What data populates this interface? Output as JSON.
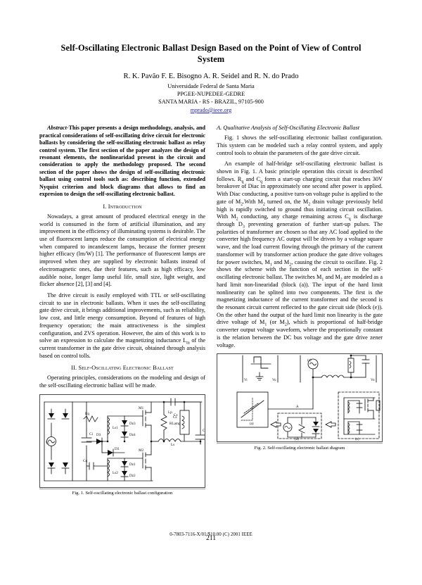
{
  "paper": {
    "title": "Self-Oscillating Electronic Ballast Design Based on the Point of View of Control System",
    "authors": "R. K. Pavão    F. E. Bisogno    A. R. Seidel   and   R. N. do Prado",
    "affiliation_line1": "Universidade Federal de Santa Maria",
    "affiliation_line2": "PPGEE-NUPEDEE-GEDRE",
    "affiliation_line3": "SANTA MARIA - RS - BRAZIL, 97105-900",
    "email": "mprado@ieee.org",
    "email_color": "#2020c0"
  },
  "abstract": {
    "lead": "Abstract-",
    "text": "This paper presents a design methodology, analysis, and practical considerations of self-oscillating drive circuit for electronic ballasts by considering the self-oscillating electronic ballast as relay control system. The first section of the paper analyzes the design of resonant elements, the nonlinearidad present in the circuit and consideration to apply the methodology proposed. The second section of the paper shows the design of self-oscillating electronic ballast using control tools such as: describing function, extended Nyquist criterion and block diagrams that allows to find an expresion to design the self-oscillating electronic ballast."
  },
  "sections": {
    "introduction_heading": "I. Introduction",
    "intro_p1": "Nowadays, a great amount of produced electrical energy in the world is consumed in the form of artificial illumination, and any improvement in the efficiency of illuminating systems is desirable. The use of fluorescent lamps reduce the consumption of electrical energy when compared to incandescent lamps, because the former present higher efficacy (lm/W) [1]. The performance of fluorescent lamps are improved when they are supplied by electronic ballasts instead of electromagnetic ones, due their features, such as high efficacy, low audible noise, longer lamp useful life, small size, light weight, and flicker absence [2], [3] and [4].",
    "intro_p2_a": "The drive circuit is easily employed with TTL or self-oscillating circuit to use in electronic ballasts. When it uses the self-oscillating gate drive circuit, it brings additional improvements, such as reliability, low cost, and little energy consumption. Beyond of features of high frequency operation; the main attractiveness is the simplest configuration, and ZVS operation. However, the aim of this work is to solve an expression to calculate the magnetizing inductance L",
    "intro_p2_sub": "m",
    "intro_p2_b": " of the current transformer in the gate drive circuit, obtained through analysis based on control tolls.",
    "ballast_heading": "II. Self-Oscillating Electronic Ballast",
    "ballast_p1": "Operating principles, considerations on the modeling and design of the self-oscillating electronic ballast will be made.",
    "subsection_a": "A. Qualitative Analysis of Self-Oscillating Electronic Ballast",
    "right_p1": "Fig. 1 shows the self-oscillating electronic ballast configuration. This system can be modeled such a relay control system, and apply control tools to obtain the parameters of the gate drive circuit.",
    "right_p2_a": "An example of half-bridge self-oscillating electronic ballast is shown in Fig. 1. A basic principle operation this circuit is described follows. R",
    "right_p2_s1": "q",
    "right_p2_b": " and C",
    "right_p2_s2": "q",
    "right_p2_c": " form a start-up charging circuit that reaches 30V breakover of Diac in approximately one second after power is applied. With Diac conducting, a positive turn-on voltage pulse is applied to the gate of M",
    "right_p2_s3": "2",
    "right_p2_d": ".With M",
    "right_p2_s4": "2",
    "right_p2_e": " turned on, the M",
    "right_p2_s5": "2",
    "right_p2_f": " drain voltage previously held high is rapidly switched to ground thus initiating circuit oscillation. With M",
    "right_p2_s6": "2",
    "right_p2_g": " conducting, any charge remaining across C",
    "right_p2_s7": "q",
    "right_p2_h": " is discharge through D",
    "right_p2_s8": "3",
    "right_p2_i": " preventing generation of further start-up pulses.  The polarities of transformer are chosen so that any AC load applied to the converter high frequency AC output will be driven by a voltage square wave, and the load current flowing through the primary of the current transformer will by transformer action produce the gate drive voltages for power switches, M",
    "right_p2_s9": "1",
    "right_p2_j": " and M",
    "right_p2_s10": "2",
    "right_p2_k": ", causing the circuit to oscillate. Fig. 2 shows the scheme with the function of each section in the self-oscillating electronic ballast. The switches M",
    "right_p2_s11": "1",
    "right_p2_l": " and M",
    "right_p2_s12": "2",
    "right_p2_m": " are modeled as a hard limit non-linearidad (block (a)). The input of the hard limit nonlinearity can be splited into two components. The first is the magnetizing inductance of the current transformer and the second is the resonant circuit current reflected to the gate circuit side (block (e)). On the other hand the output of the hard limit non linearity is the gate drive voltage of M",
    "right_p2_s13": "1",
    "right_p2_n": " (or M",
    "right_p2_s14": "2",
    "right_p2_o": "), which is proportional of half-bridge converter output voltage waveform, where the proportionally constant is the relation between the DC bus voltage and the gate drive zener voltage."
  },
  "figures": {
    "fig1_caption": "Fig. 1. Self-oscillating electronic ballast configuration",
    "fig2_caption": "Fig. 2. Self-oscillating electronic ballast diagram",
    "fig1_labels": {
      "source": "Vi",
      "cap_bus": "Ci",
      "diode": "D3",
      "rq": "Rq",
      "cq": "Cq",
      "lt1": "Ls1",
      "lt2": "Ls2",
      "m1": "M1",
      "m2": "M2",
      "dz1": "Dz1",
      "dz2": "Dz2",
      "dz3": "Dz3",
      "dz4": "Dz4",
      "lp": "Lp",
      "cp": "Cp",
      "lamp": "RLamp",
      "cs": "Cs",
      "ls": "Ls",
      "vo": "Vo"
    },
    "fig2_labels": {
      "block_a": "(a)",
      "block_b": "(b)",
      "block_c": "(c)",
      "block_d": "(d)",
      "block_e": "(e)",
      "vi": "Vi",
      "vo": "Vo"
    }
  },
  "footer": {
    "isbn": "0-7803-7116-X/01/$10.00 (C) 2001 IEEE",
    "page_number": "211"
  }
}
